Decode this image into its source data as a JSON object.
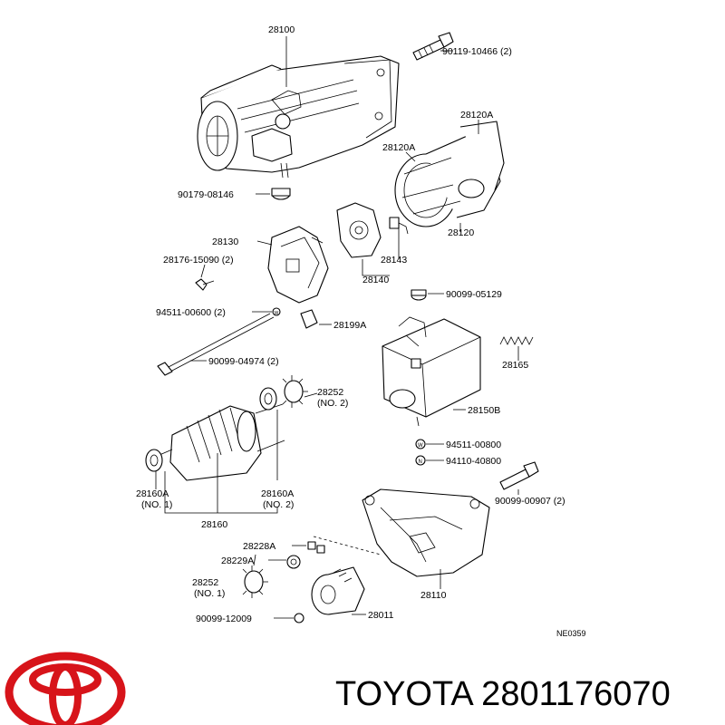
{
  "labels": {
    "p28100": "28100",
    "p90119": "90119-10466 (2)",
    "p28120A_1": "28120A",
    "p28120A_2": "28120A",
    "p28120": "28120",
    "p90179": "90179-08146",
    "p28130": "28130",
    "p28176": "28176-15090 (2)",
    "p28143": "28143",
    "p28140": "28140",
    "p90099_05129": "90099-05129",
    "p94511_00600": "94511-00600 (2)",
    "p28199A": "28199A",
    "p28165": "28165",
    "p90099_04974": "90099-04974 (2)",
    "p28252_a": "28252",
    "p28252_a_no": "(NO. 2)",
    "p28150B": "28150B",
    "p94511_00800": "94511-00800",
    "p94110_40800": "94110-40800",
    "p28160A_1": "28160A",
    "p28160A_1_no": "(NO. 1)",
    "p28160A_2": "28160A",
    "p28160A_2_no": "(NO. 2)",
    "p28160": "28160",
    "p90099_00907": "90099-00907 (2)",
    "p28228A": "28228A",
    "p28229A": "28229A",
    "p28252_b": "28252",
    "p28252_b_no": "(NO. 1)",
    "p28110": "28110",
    "p90099_12009": "90099-12009",
    "p28011": "28011",
    "ref": "NE0359"
  },
  "brand": {
    "text": "TOYOTA 2801176070",
    "color": "#d7141a"
  }
}
